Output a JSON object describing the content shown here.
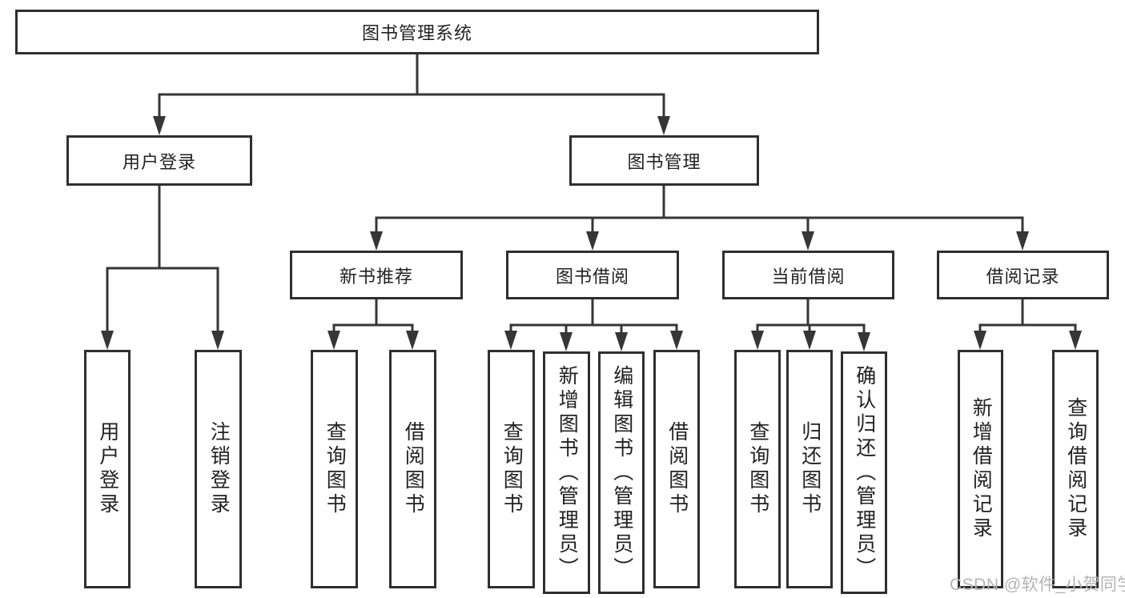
{
  "colors": {
    "line": "#363636",
    "border": "#2f2f2f",
    "text": "#222222",
    "background": "#ffffff",
    "watermark_color": "#b4b4b4"
  },
  "watermark": {
    "text": "CSDN @软件_小贺同学"
  },
  "tree": {
    "root": {
      "label": "图书管理系统",
      "children": [
        {
          "label": "用户登录",
          "children": [
            {
              "label": "用户登录"
            },
            {
              "label": "注销登录"
            }
          ]
        },
        {
          "label": "图书管理",
          "children": [
            {
              "label": "新书推荐",
              "children": [
                {
                  "label": "查询图书"
                },
                {
                  "label": "借阅图书"
                }
              ]
            },
            {
              "label": "图书借阅",
              "children": [
                {
                  "label": "查询图书"
                },
                {
                  "label": "新增图书（管理员）"
                },
                {
                  "label": "编辑图书（管理员）"
                },
                {
                  "label": "借阅图书"
                }
              ]
            },
            {
              "label": "当前借阅",
              "children": [
                {
                  "label": "查询图书"
                },
                {
                  "label": "归还图书"
                },
                {
                  "label": "确认归还（管理员）"
                }
              ]
            },
            {
              "label": "借阅记录",
              "children": [
                {
                  "label": "新增借阅记录"
                },
                {
                  "label": "查询借阅记录"
                }
              ]
            }
          ]
        }
      ]
    }
  }
}
